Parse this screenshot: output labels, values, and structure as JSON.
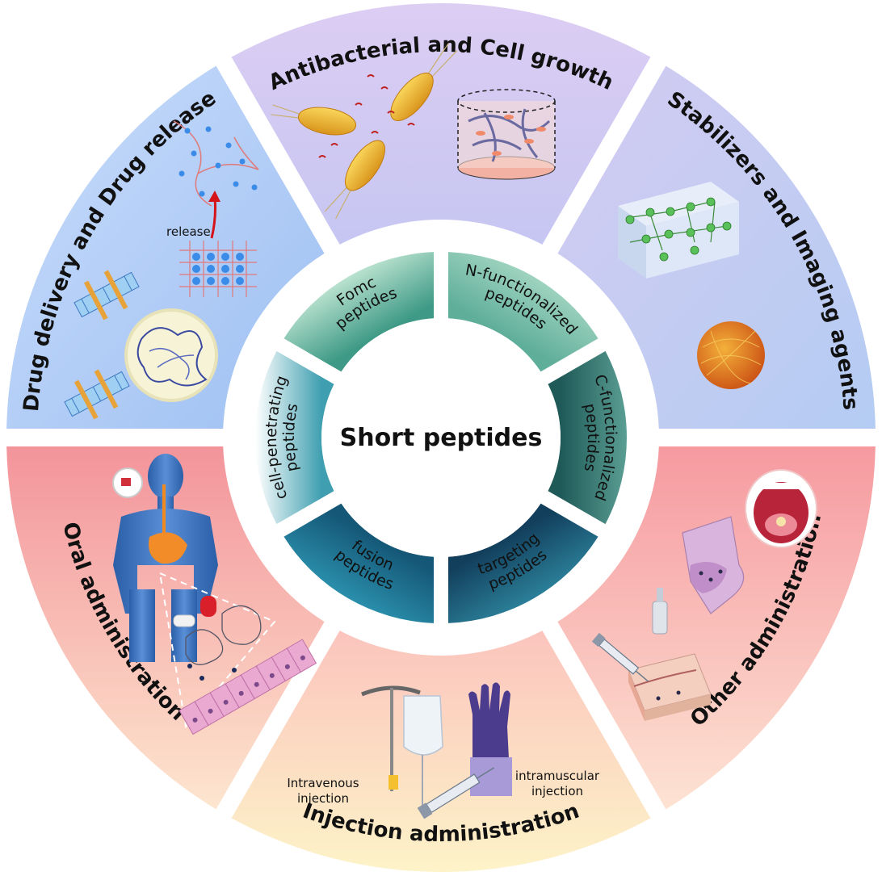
{
  "center": {
    "title": "Short peptides"
  },
  "outer_sectors": [
    {
      "id": "drug",
      "label": "Drug delivery and Drug release",
      "color_light": "#d8e6fb",
      "color_dark": "#a7c4f0"
    },
    {
      "id": "antibacterial",
      "label": "Antibacterial and Cell growth",
      "color_light": "#e4d8f4",
      "color_dark": "#c8bdf0"
    },
    {
      "id": "stabilizers",
      "label": "Stabilizers and Imaging agents",
      "color_light": "#d9d2f2",
      "color_dark": "#b7c9f0"
    },
    {
      "id": "other",
      "label": "Other administration",
      "color_light": "#fde6dc",
      "color_dark": "#f7a6a6"
    },
    {
      "id": "injection",
      "label": "Injection administration",
      "color_light": "#fdf2cf",
      "color_dark": "#fbc9c1"
    },
    {
      "id": "oral",
      "label": "Oral administration",
      "color_light": "#fce7d3",
      "color_dark": "#f5a1a1"
    }
  ],
  "inner_sectors": [
    {
      "id": "fomc",
      "line1": "Fomc",
      "line2": "peptides",
      "color_a": "#b9e2cf",
      "color_b": "#3e9a86"
    },
    {
      "id": "n_func",
      "line1": "N-functionalized",
      "line2": "peptides",
      "color_a": "#9ed3bf",
      "color_b": "#5fae9a"
    },
    {
      "id": "c_func",
      "line1": "C-functionalized",
      "line2": "peptides",
      "color_a": "#5a9e93",
      "color_b": "#1f5a58"
    },
    {
      "id": "targeting",
      "line1": "targeting",
      "line2": "peptides",
      "color_a": "#2b7f99",
      "color_b": "#123f5c"
    },
    {
      "id": "fusion",
      "line1": "fusion",
      "line2": "peptides",
      "color_a": "#2a8fab",
      "color_b": "#155777"
    },
    {
      "id": "cell_pen",
      "line1": "cell-penetrating",
      "line2": "peptides",
      "color_a": "#ffffff",
      "color_b": "#3f9fb0"
    }
  ],
  "annotations": {
    "release": "release",
    "iv_line1": "Intravenous",
    "iv_line2": "injection",
    "im_line1": "intramuscular",
    "im_line2": "injection"
  },
  "icons": [
    "bacteria-icon",
    "cell-dish-icon",
    "hydrogel-block-icon",
    "nanosphere-icon",
    "lipid-bilayer-icon",
    "protein-capsule-icon",
    "peptide-network-icon",
    "human-body-icon",
    "intestine-epithelium-icon",
    "capsule-pill-icon",
    "iv-drip-icon",
    "syringe-icon",
    "glove-hand-icon",
    "open-mouth-icon",
    "nasal-spray-icon",
    "skin-patch-icon"
  ]
}
